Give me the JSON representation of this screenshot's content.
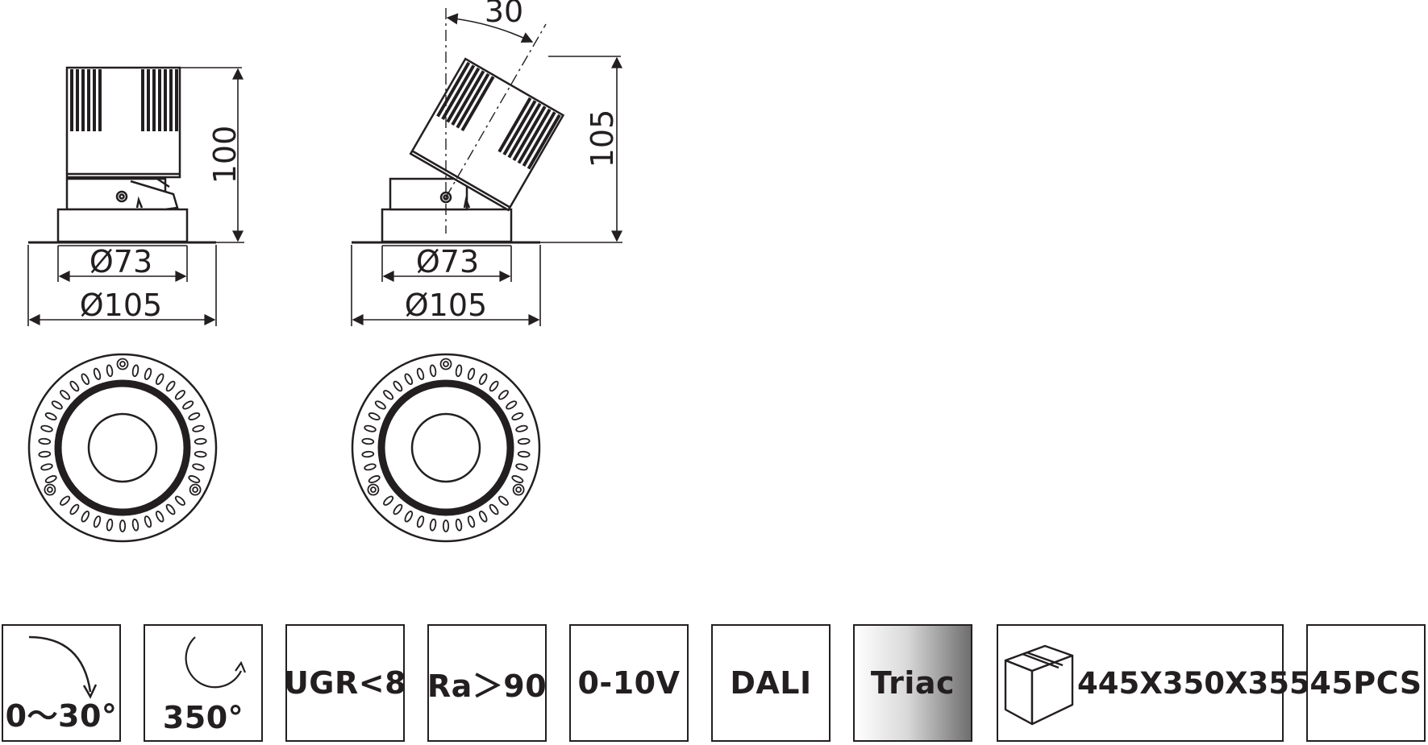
{
  "dimensions": {
    "left_height": "100",
    "right_height": "105",
    "tilt_angle": "30",
    "inner_diameter_left": "Ø73",
    "outer_diameter_left": "Ø105",
    "inner_diameter_right": "Ø73",
    "outer_diameter_right": "Ø105"
  },
  "features": {
    "tilt": "0～30°",
    "rotation": "350°",
    "ugr": "UGR<8",
    "ra": "Ra＞90",
    "dimming_0_10v": "0-10V",
    "dali": "DALI",
    "triac": "Triac",
    "package_size": "445X350X355",
    "quantity": "45PCS"
  },
  "colors": {
    "ink": "#231f20",
    "background": "#ffffff"
  }
}
